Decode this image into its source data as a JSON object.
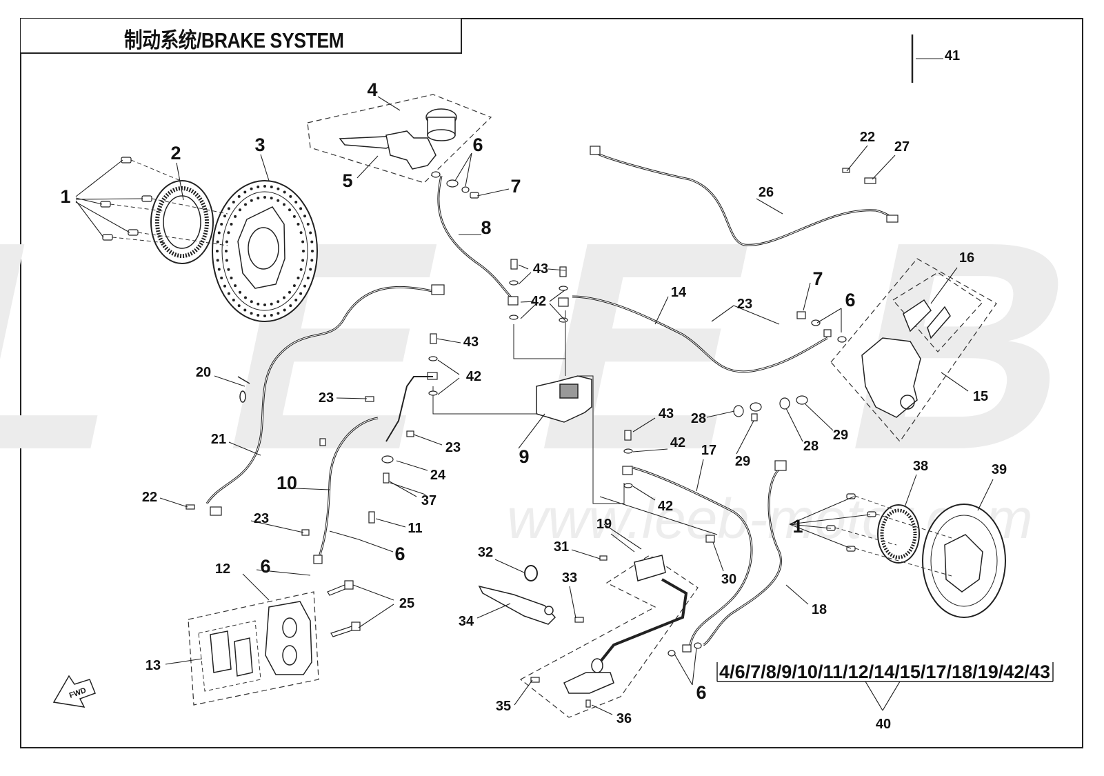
{
  "title": "制动系统/BRAKE SYSTEM",
  "watermark": {
    "brand": "LEEB",
    "url": "www.leeb-motor.com"
  },
  "fwd_label": "FWD",
  "kit_label": "4/6/7/8/9/10/11/12/14/15/17/18/19/42/43",
  "callouts": [
    {
      "id": "c1a",
      "text": "1"
    },
    {
      "id": "c2",
      "text": "2"
    },
    {
      "id": "c3",
      "text": "3"
    },
    {
      "id": "c4",
      "text": "4"
    },
    {
      "id": "c5",
      "text": "5"
    },
    {
      "id": "c6a",
      "text": "6"
    },
    {
      "id": "c7a",
      "text": "7"
    },
    {
      "id": "c8",
      "text": "8"
    },
    {
      "id": "c9",
      "text": "9"
    },
    {
      "id": "c10",
      "text": "10"
    },
    {
      "id": "c11",
      "text": "11"
    },
    {
      "id": "c12",
      "text": "12"
    },
    {
      "id": "c13",
      "text": "13"
    },
    {
      "id": "c14",
      "text": "14"
    },
    {
      "id": "c15",
      "text": "15"
    },
    {
      "id": "c16",
      "text": "16"
    },
    {
      "id": "c17",
      "text": "17"
    },
    {
      "id": "c18",
      "text": "18"
    },
    {
      "id": "c19",
      "text": "19"
    },
    {
      "id": "c20",
      "text": "20"
    },
    {
      "id": "c21",
      "text": "21"
    },
    {
      "id": "c22a",
      "text": "22"
    },
    {
      "id": "c22b",
      "text": "22"
    },
    {
      "id": "c23a",
      "text": "23"
    },
    {
      "id": "c23b",
      "text": "23"
    },
    {
      "id": "c23c",
      "text": "23"
    },
    {
      "id": "c23d",
      "text": "23"
    },
    {
      "id": "c24",
      "text": "24"
    },
    {
      "id": "c25",
      "text": "25"
    },
    {
      "id": "c26",
      "text": "26"
    },
    {
      "id": "c27",
      "text": "27"
    },
    {
      "id": "c28a",
      "text": "28"
    },
    {
      "id": "c28b",
      "text": "28"
    },
    {
      "id": "c29a",
      "text": "29"
    },
    {
      "id": "c29b",
      "text": "29"
    },
    {
      "id": "c30",
      "text": "30"
    },
    {
      "id": "c31",
      "text": "31"
    },
    {
      "id": "c32",
      "text": "32"
    },
    {
      "id": "c33",
      "text": "33"
    },
    {
      "id": "c34",
      "text": "34"
    },
    {
      "id": "c35",
      "text": "35"
    },
    {
      "id": "c36",
      "text": "36"
    },
    {
      "id": "c37",
      "text": "37"
    },
    {
      "id": "c38",
      "text": "38"
    },
    {
      "id": "c39",
      "text": "39"
    },
    {
      "id": "c40",
      "text": "40"
    },
    {
      "id": "c41",
      "text": "41"
    },
    {
      "id": "c42a",
      "text": "42"
    },
    {
      "id": "c42b",
      "text": "42"
    },
    {
      "id": "c42c",
      "text": "42"
    },
    {
      "id": "c42d",
      "text": "42"
    },
    {
      "id": "c43a",
      "text": "43"
    },
    {
      "id": "c43b",
      "text": "43"
    },
    {
      "id": "c43c",
      "text": "43"
    },
    {
      "id": "c6b",
      "text": "6"
    },
    {
      "id": "c6c",
      "text": "6"
    },
    {
      "id": "c6d",
      "text": "6"
    },
    {
      "id": "c6e",
      "text": "6"
    },
    {
      "id": "c7b",
      "text": "7"
    },
    {
      "id": "c1b",
      "text": "1"
    }
  ]
}
